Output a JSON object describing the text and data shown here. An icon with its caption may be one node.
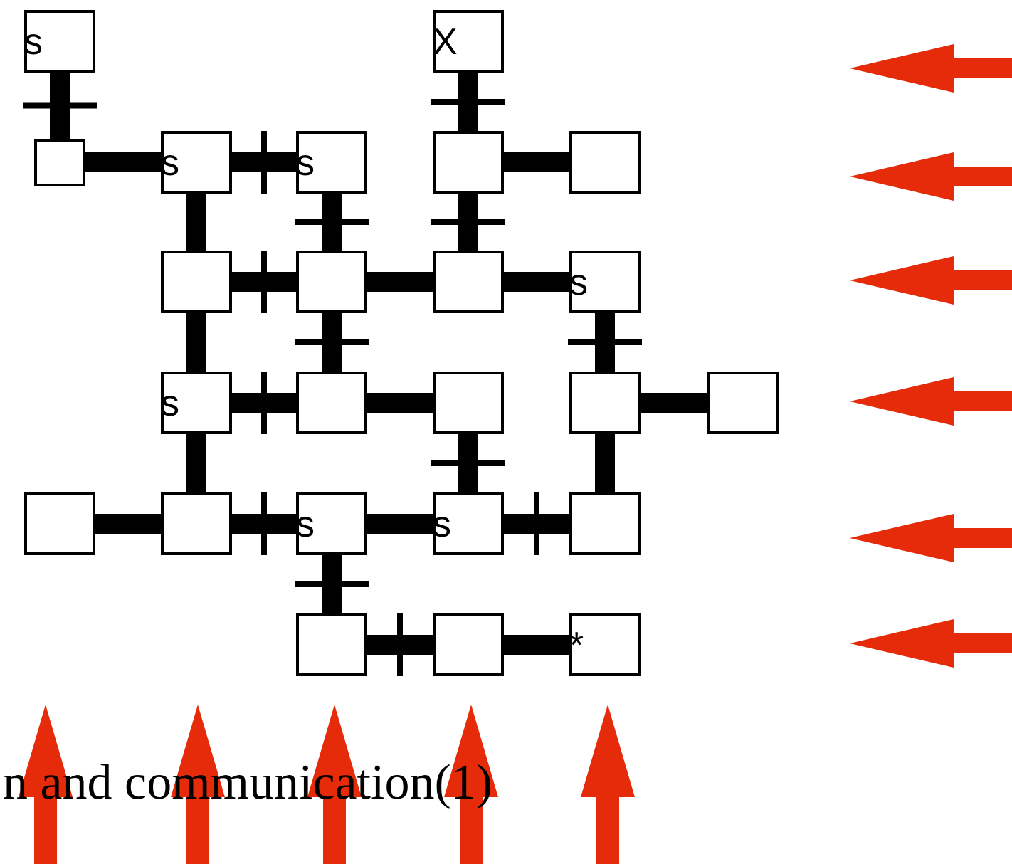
{
  "diagram": {
    "nodes": [
      {
        "text": [
          "s"
        ]
      },
      {
        "text": [
          "X"
        ]
      },
      {
        "text": [],
        "shape": "box"
      },
      {
        "text": [
          "s"
        ]
      },
      {
        "text": [
          "s"
        ]
      },
      {
        "text": [],
        "shape": "box"
      },
      {
        "text": [],
        "shape": "box"
      },
      {
        "text": [],
        "shape": "box"
      },
      {
        "text": [],
        "shape": "box"
      },
      {
        "text": [],
        "shape": "box"
      },
      {
        "text": [
          "s"
        ]
      },
      {
        "text": [
          "s"
        ]
      },
      {
        "text": [],
        "shape": "box"
      },
      {
        "text": [],
        "shape": "box"
      },
      {
        "text": [],
        "shape": "box"
      },
      {
        "text": [],
        "shape": "box"
      },
      {
        "text": [],
        "shape": "box"
      },
      {
        "text": [],
        "shape": "box"
      },
      {
        "text": [
          "s"
        ]
      },
      {
        "text": [
          "s"
        ]
      },
      {
        "text": [],
        "shape": "box"
      },
      {
        "text": [],
        "shape": "box"
      },
      {
        "text": [],
        "shape": "box"
      },
      {
        "text": [
          "*"
        ]
      }
    ],
    "edges": [
      {
        "from": 0,
        "to": 2,
        "arrow": "none"
      },
      {
        "from": 1,
        "to": 5,
        "arrow": "none"
      },
      {
        "from": 2,
        "to": 3,
        "arrow": "none"
      },
      {
        "from": 3,
        "to": 4,
        "arrow": "none"
      },
      {
        "from": 3,
        "to": 7,
        "arrow": "none"
      },
      {
        "from": 4,
        "to": 8,
        "arrow": "none"
      },
      {
        "from": 5,
        "to": 6,
        "arrow": "none"
      },
      {
        "from": 5,
        "to": 9,
        "arrow": "none"
      },
      {
        "from": 7,
        "to": 8,
        "arrow": "none"
      },
      {
        "from": 8,
        "to": 9,
        "arrow": "none"
      },
      {
        "from": 9,
        "to": 10,
        "arrow": "none"
      },
      {
        "from": 8,
        "to": 12,
        "arrow": "none"
      },
      {
        "from": 10,
        "to": 14,
        "arrow": "none"
      },
      {
        "from": 7,
        "to": 11,
        "arrow": "none"
      },
      {
        "from": 11,
        "to": 12,
        "arrow": "none"
      },
      {
        "from": 12,
        "to": 13,
        "arrow": "none"
      },
      {
        "from": 14,
        "to": 15,
        "arrow": "none"
      },
      {
        "from": 11,
        "to": 17,
        "arrow": "none"
      },
      {
        "from": 13,
        "to": 19,
        "arrow": "none"
      },
      {
        "from": 14,
        "to": 20,
        "arrow": "none"
      },
      {
        "from": 16,
        "to": 17,
        "arrow": "none"
      },
      {
        "from": 17,
        "to": 18,
        "arrow": "none"
      },
      {
        "from": 18,
        "to": 19,
        "arrow": "none"
      },
      {
        "from": 19,
        "to": 20,
        "arrow": "none"
      },
      {
        "from": 18,
        "to": 21,
        "arrow": "none"
      },
      {
        "from": 21,
        "to": 22,
        "arrow": "none"
      },
      {
        "from": 22,
        "to": 23,
        "arrow": "none"
      }
    ],
    "labels": [
      "n and communication(1)"
    ]
  }
}
